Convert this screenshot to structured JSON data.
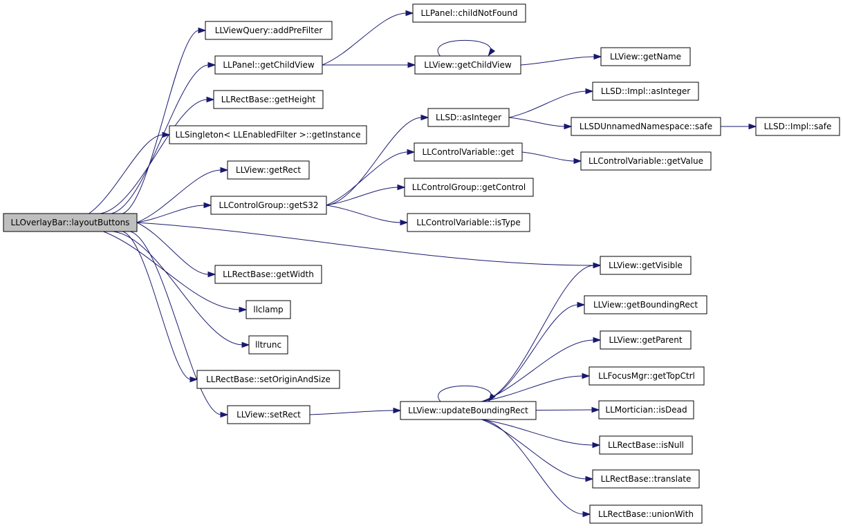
{
  "colors": {
    "node_fill": "#ffffff",
    "root_fill": "#bfbfbf",
    "node_border": "#000000",
    "edge": "#191970"
  },
  "root": "layoutButtons",
  "nodes": [
    {
      "id": "layoutButtons",
      "label": "LLOverlayBar::layoutButtons"
    },
    {
      "id": "addPreFilter",
      "label": "LLViewQuery::addPreFilter"
    },
    {
      "id": "panelGetChildView",
      "label": "LLPanel::getChildView"
    },
    {
      "id": "getHeight",
      "label": "LLRectBase::getHeight"
    },
    {
      "id": "getInstance",
      "label": "LLSingleton< LLEnabledFilter >::getInstance"
    },
    {
      "id": "getRect",
      "label": "LLView::getRect"
    },
    {
      "id": "getS32",
      "label": "LLControlGroup::getS32"
    },
    {
      "id": "getWidth",
      "label": "LLRectBase::getWidth"
    },
    {
      "id": "llclamp",
      "label": "llclamp"
    },
    {
      "id": "lltrunc",
      "label": "lltrunc"
    },
    {
      "id": "setOriginAndSize",
      "label": "LLRectBase::setOriginAndSize"
    },
    {
      "id": "setRect",
      "label": "LLView::setRect"
    },
    {
      "id": "childNotFound",
      "label": "LLPanel::childNotFound"
    },
    {
      "id": "viewGetChildView",
      "label": "LLView::getChildView"
    },
    {
      "id": "sdAsInteger",
      "label": "LLSD::asInteger"
    },
    {
      "id": "cvGet",
      "label": "LLControlVariable::get"
    },
    {
      "id": "getControl",
      "label": "LLControlGroup::getControl"
    },
    {
      "id": "isType",
      "label": "LLControlVariable::isType"
    },
    {
      "id": "updateBoundingRect",
      "label": "LLView::updateBoundingRect"
    },
    {
      "id": "getName",
      "label": "LLView::getName"
    },
    {
      "id": "implAsInteger",
      "label": "LLSD::Impl::asInteger"
    },
    {
      "id": "safe",
      "label": "LLSDUnnamedNamespace::safe"
    },
    {
      "id": "implSafe",
      "label": "LLSD::Impl::safe"
    },
    {
      "id": "getValue",
      "label": "LLControlVariable::getValue"
    },
    {
      "id": "getVisible",
      "label": "LLView::getVisible"
    },
    {
      "id": "getBoundingRect",
      "label": "LLView::getBoundingRect"
    },
    {
      "id": "getParent",
      "label": "LLView::getParent"
    },
    {
      "id": "getTopCtrl",
      "label": "LLFocusMgr::getTopCtrl"
    },
    {
      "id": "isDead",
      "label": "LLMortician::isDead"
    },
    {
      "id": "isNull",
      "label": "LLRectBase::isNull"
    },
    {
      "id": "translate",
      "label": "LLRectBase::translate"
    },
    {
      "id": "unionWith",
      "label": "LLRectBase::unionWith"
    }
  ],
  "edges": [
    {
      "from": "layoutButtons",
      "to": "addPreFilter"
    },
    {
      "from": "layoutButtons",
      "to": "panelGetChildView"
    },
    {
      "from": "layoutButtons",
      "to": "getHeight"
    },
    {
      "from": "layoutButtons",
      "to": "getInstance"
    },
    {
      "from": "layoutButtons",
      "to": "getRect"
    },
    {
      "from": "layoutButtons",
      "to": "getS32"
    },
    {
      "from": "layoutButtons",
      "to": "getVisible"
    },
    {
      "from": "layoutButtons",
      "to": "getWidth"
    },
    {
      "from": "layoutButtons",
      "to": "llclamp"
    },
    {
      "from": "layoutButtons",
      "to": "lltrunc"
    },
    {
      "from": "layoutButtons",
      "to": "setOriginAndSize"
    },
    {
      "from": "layoutButtons",
      "to": "setRect"
    },
    {
      "from": "panelGetChildView",
      "to": "childNotFound"
    },
    {
      "from": "panelGetChildView",
      "to": "viewGetChildView"
    },
    {
      "from": "viewGetChildView",
      "to": "viewGetChildView"
    },
    {
      "from": "viewGetChildView",
      "to": "getName"
    },
    {
      "from": "getS32",
      "to": "sdAsInteger"
    },
    {
      "from": "getS32",
      "to": "cvGet"
    },
    {
      "from": "getS32",
      "to": "getControl"
    },
    {
      "from": "getS32",
      "to": "isType"
    },
    {
      "from": "sdAsInteger",
      "to": "implAsInteger"
    },
    {
      "from": "sdAsInteger",
      "to": "safe"
    },
    {
      "from": "safe",
      "to": "implSafe"
    },
    {
      "from": "cvGet",
      "to": "getValue"
    },
    {
      "from": "setRect",
      "to": "updateBoundingRect"
    },
    {
      "from": "updateBoundingRect",
      "to": "updateBoundingRect"
    },
    {
      "from": "updateBoundingRect",
      "to": "getVisible"
    },
    {
      "from": "updateBoundingRect",
      "to": "getBoundingRect"
    },
    {
      "from": "updateBoundingRect",
      "to": "getParent"
    },
    {
      "from": "updateBoundingRect",
      "to": "getTopCtrl"
    },
    {
      "from": "updateBoundingRect",
      "to": "isDead"
    },
    {
      "from": "updateBoundingRect",
      "to": "isNull"
    },
    {
      "from": "updateBoundingRect",
      "to": "translate"
    },
    {
      "from": "updateBoundingRect",
      "to": "unionWith"
    }
  ]
}
